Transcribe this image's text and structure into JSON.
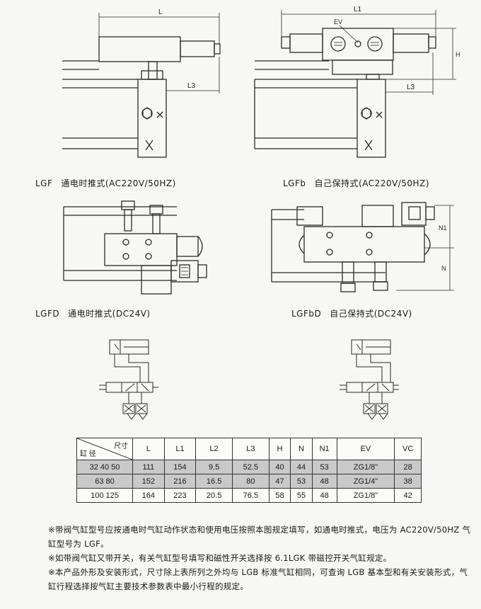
{
  "captions": {
    "lgf": {
      "code": "LGF",
      "desc": "通电时推式(AC220V/50HZ)"
    },
    "lgfb": {
      "code": "LGFb",
      "desc": "自己保持式(AC220V/50HZ)"
    },
    "lgfd": {
      "code": "LGFD",
      "desc": "通电时推式(DC24V)"
    },
    "lgfbd": {
      "code": "LGFbD",
      "desc": "自己保持式(DC24V)"
    }
  },
  "dims": {
    "L": "L",
    "L1": "L1",
    "L3_a": "L3",
    "L3_b": "L3",
    "EV": "EV",
    "H": "H",
    "N1": "N1",
    "N": "N"
  },
  "table": {
    "header_top": "尺寸",
    "header_bottom": "缸 径",
    "columns": [
      "L",
      "L1",
      "L2",
      "L3",
      "H",
      "N",
      "N1",
      "EV",
      "VC"
    ],
    "rows": [
      {
        "bore": "32 40 50",
        "values": [
          "111",
          "154",
          "9.5",
          "52.5",
          "40",
          "44",
          "53",
          "ZG1/8\"",
          "28"
        ]
      },
      {
        "bore": "63 80",
        "values": [
          "152",
          "216",
          "16.5",
          "80",
          "47",
          "53",
          "48",
          "ZG1/4\"",
          "38"
        ]
      },
      {
        "bore": "100 125",
        "values": [
          "164",
          "223",
          "20.5",
          "76.5",
          "58",
          "55",
          "48",
          "ZG1/8\"",
          "42"
        ]
      }
    ]
  },
  "notes": [
    "※带阀气缸型号应按通电时气缸动作状态和使用电压按照本图规定填写，如通电时推式，电压为 AC220V/50HZ 气缸型号为 LGF。",
    "※如带阀气缸又带开关，有关气缸型号填写和磁性开关选择按 6.1LGK 带磁控开关气缸规定。",
    "※本产品外形及安装形式，尺寸除上表所列之外均与 LGB 标准气缸相同，可查询 LGB 基本型和有关安装形式，气缸行程选择按气缸主要技术参数表中最小行程的规定。"
  ]
}
